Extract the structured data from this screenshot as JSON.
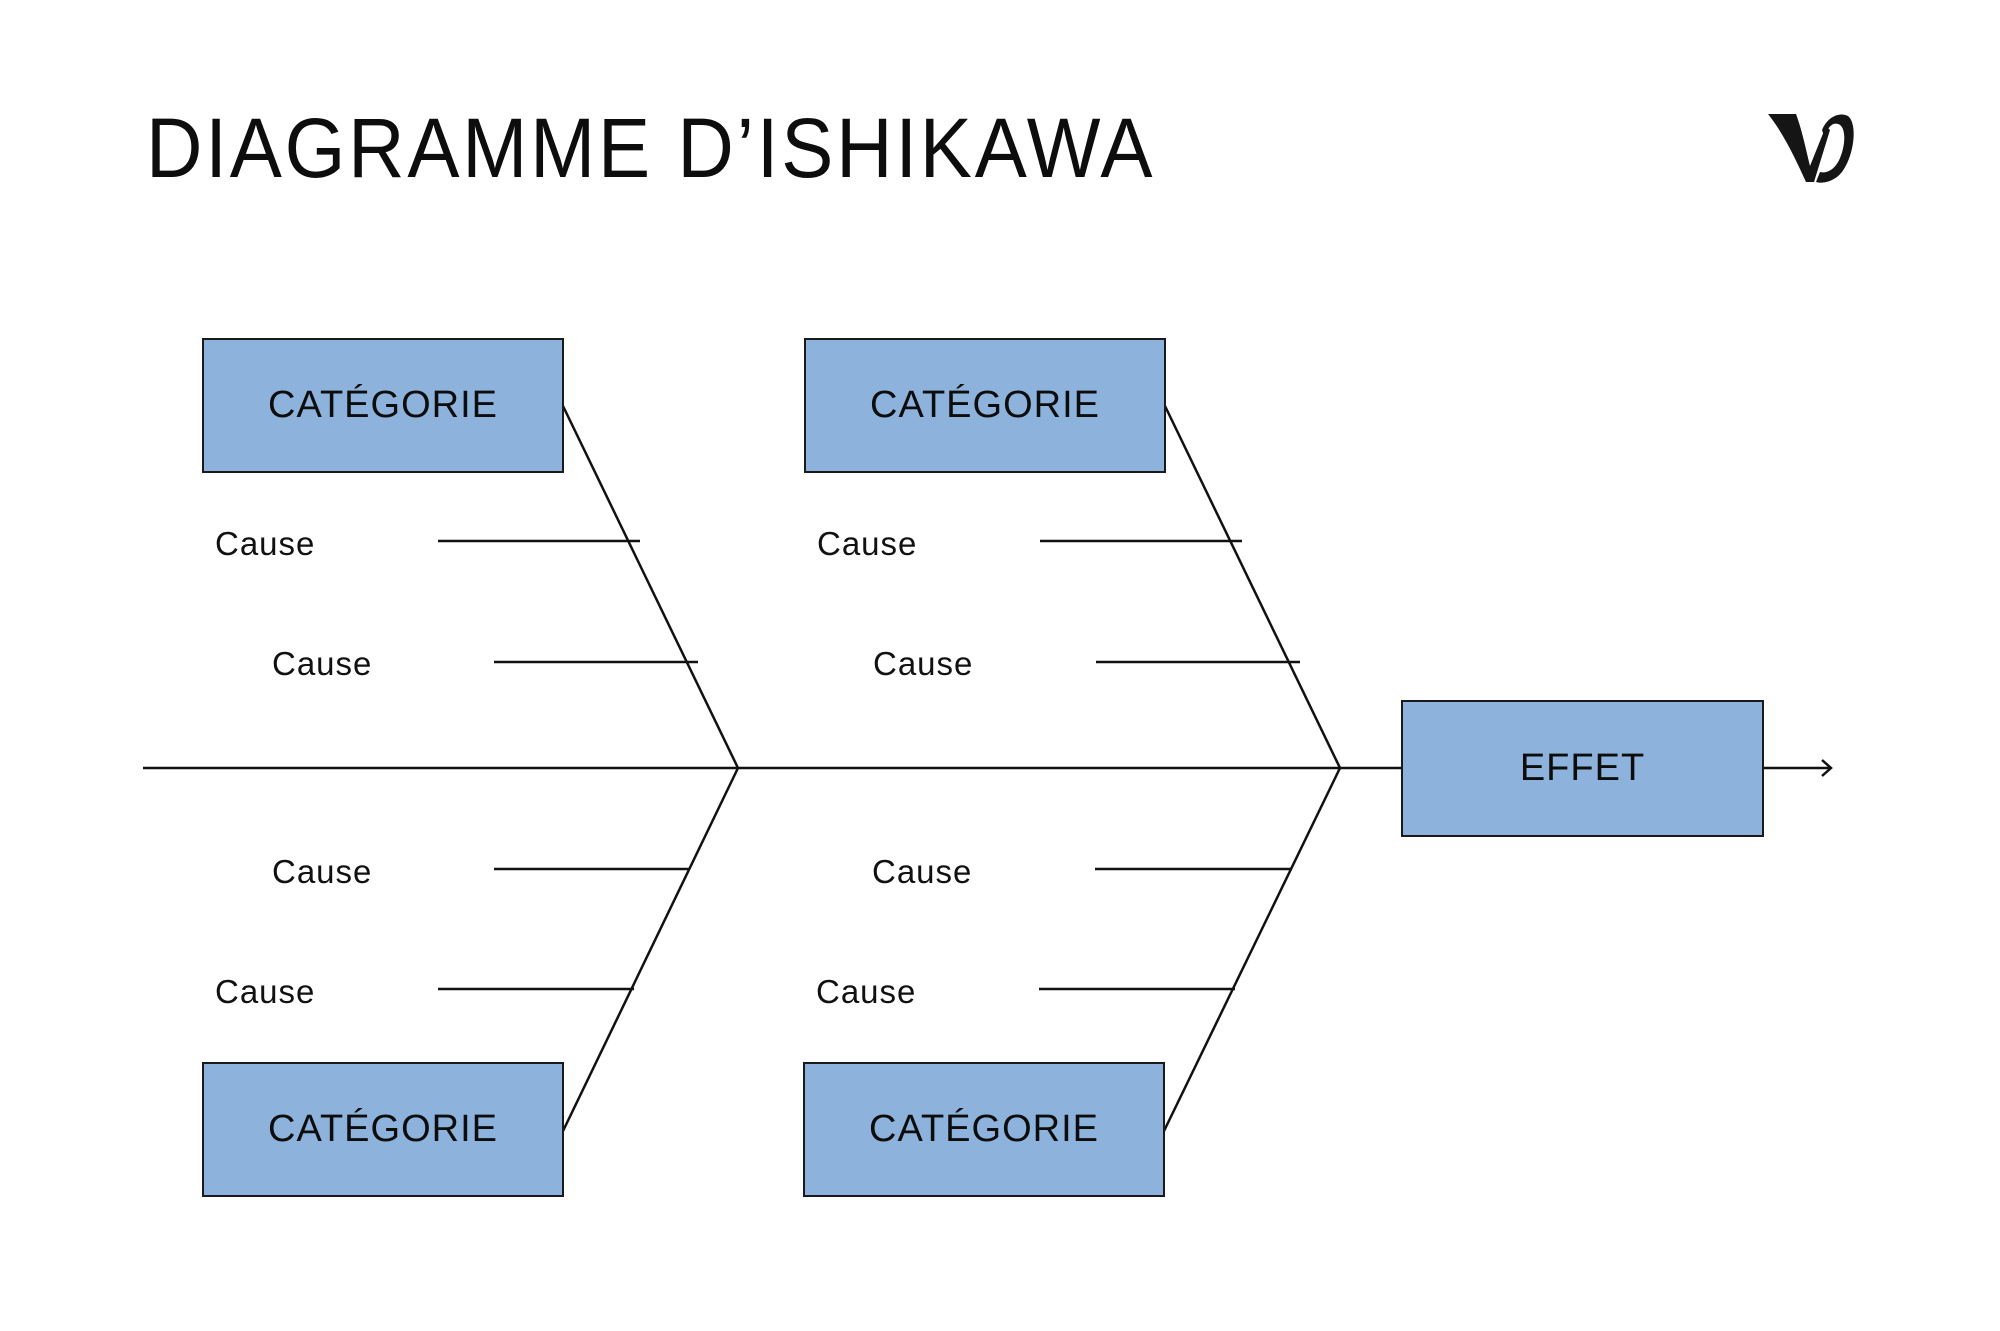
{
  "title": "DIAGRAMME D’ISHIKAWA",
  "logo": {
    "icon": "brand-w-logo-icon"
  },
  "colors": {
    "box_fill": "#8db2dc",
    "line": "#111111",
    "background": "#ffffff"
  },
  "effect": {
    "label": "EFFET"
  },
  "categories": [
    {
      "position": "top-left",
      "label": "CATÉGORIE",
      "causes": [
        "Cause",
        "Cause"
      ]
    },
    {
      "position": "top-right",
      "label": "CATÉGORIE",
      "causes": [
        "Cause",
        "Cause"
      ]
    },
    {
      "position": "bottom-left",
      "label": "CATÉGORIE",
      "causes": [
        "Cause",
        "Cause"
      ]
    },
    {
      "position": "bottom-right",
      "label": "CATÉGORIE",
      "causes": [
        "Cause",
        "Cause"
      ]
    }
  ]
}
